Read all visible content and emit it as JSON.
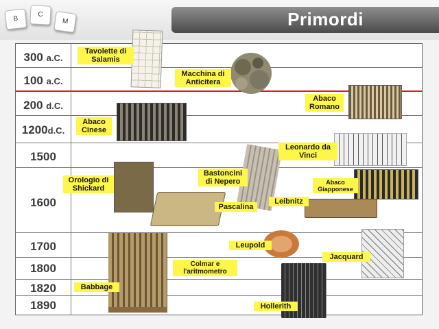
{
  "header": {
    "title": "Primordi",
    "keys": [
      "B",
      "C",
      "M"
    ]
  },
  "timeline": {
    "years": [
      {
        "num": "300",
        "era": "a.C."
      },
      {
        "num": "100",
        "era": "a.C."
      },
      {
        "num": "200",
        "era": "d.C."
      },
      {
        "num": "1200",
        "era": "d.C."
      },
      {
        "num": "1500",
        "era": ""
      },
      {
        "num": "1600",
        "era": ""
      },
      {
        "num": "1700",
        "era": ""
      },
      {
        "num": "1800",
        "era": ""
      },
      {
        "num": "1820",
        "era": ""
      },
      {
        "num": "1890",
        "era": ""
      }
    ]
  },
  "labels": {
    "tavolette": "Tavolette di Salamis",
    "anticitera": "Macchina di Anticitera",
    "abaco_romano": "Abaco Romano",
    "abaco_cinese": "Abaco Cinese",
    "leonardo": "Leonardo da Vinci",
    "bastoncini": "Bastoncini di Nepero",
    "shickard": "Orologio di Shickard",
    "abaco_giapponese": "Abaco Giapponese",
    "leibnitz": "Leibnitz",
    "pascalina": "Pascalina",
    "leupold": "Leupold",
    "jacquard": "Jacquard",
    "colmar": "Colmar e l'aritmometro",
    "babbage": "Babbage",
    "hollerith": "Hollerith"
  },
  "colors": {
    "highlight": "#fff64a",
    "divider": "#d21f2a",
    "header": "#5a5a5a"
  }
}
